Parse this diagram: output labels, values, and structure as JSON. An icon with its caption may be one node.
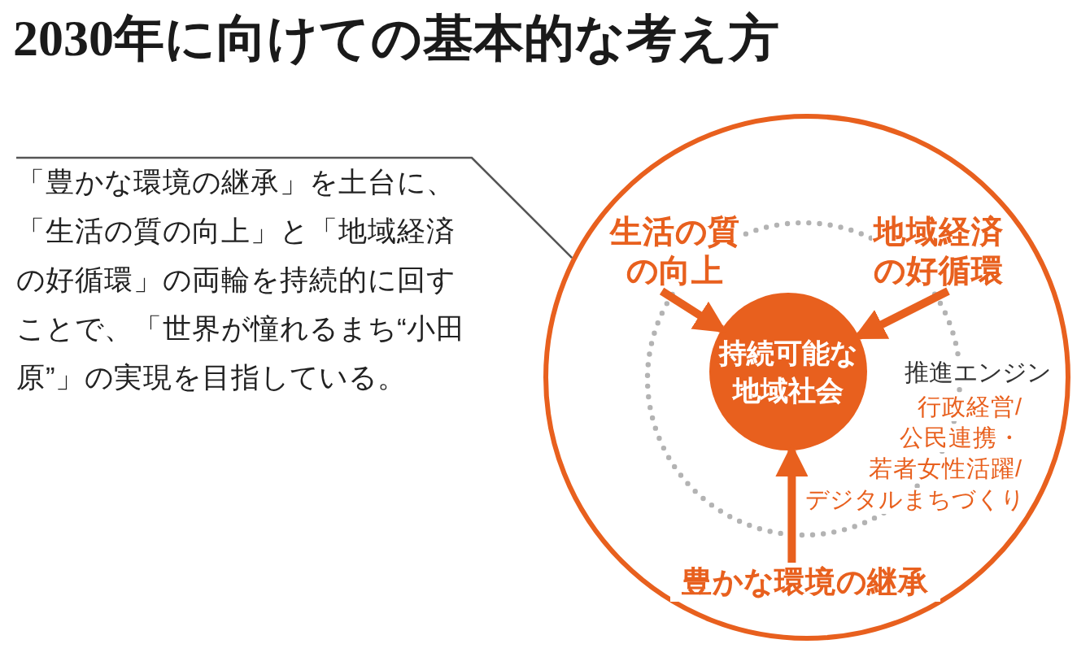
{
  "diagram": {
    "title": "2030年に向けての基本的な考え方",
    "nodes": [
      {
        "text": [
          "「豊かな環境の継承」を土台に、「生活の質の向上」と「地域経済の好循環」の両輪を持続的に回すことで、「世界が憧れるまち“小田原”」の実現を目指している。"
        ]
      },
      {
        "text": [],
        "shape": "circle"
      },
      {
        "text": [
          "生活の質の向上"
        ],
        "in": 1
      },
      {
        "text": [
          "地域経済の好循環"
        ],
        "in": 1
      },
      {
        "text": [
          "持続可能な地域社会"
        ],
        "in": 1
      },
      {
        "text": [
          "豊かな環境の継承"
        ],
        "in": 1
      }
    ],
    "edges": [
      {
        "from": 0,
        "to": 1,
        "arrow": "none",
        "color": "#555555"
      },
      {
        "from": 2,
        "to": 4,
        "arrow": "to"
      },
      {
        "from": 3,
        "to": 4,
        "arrow": "to"
      },
      {
        "from": 5,
        "to": 4,
        "arrow": "to"
      }
    ],
    "labels": [
      "推進エンジン",
      "行政経営/公民連携・若者女性活躍/デジタルまちづくり"
    ]
  }
}
